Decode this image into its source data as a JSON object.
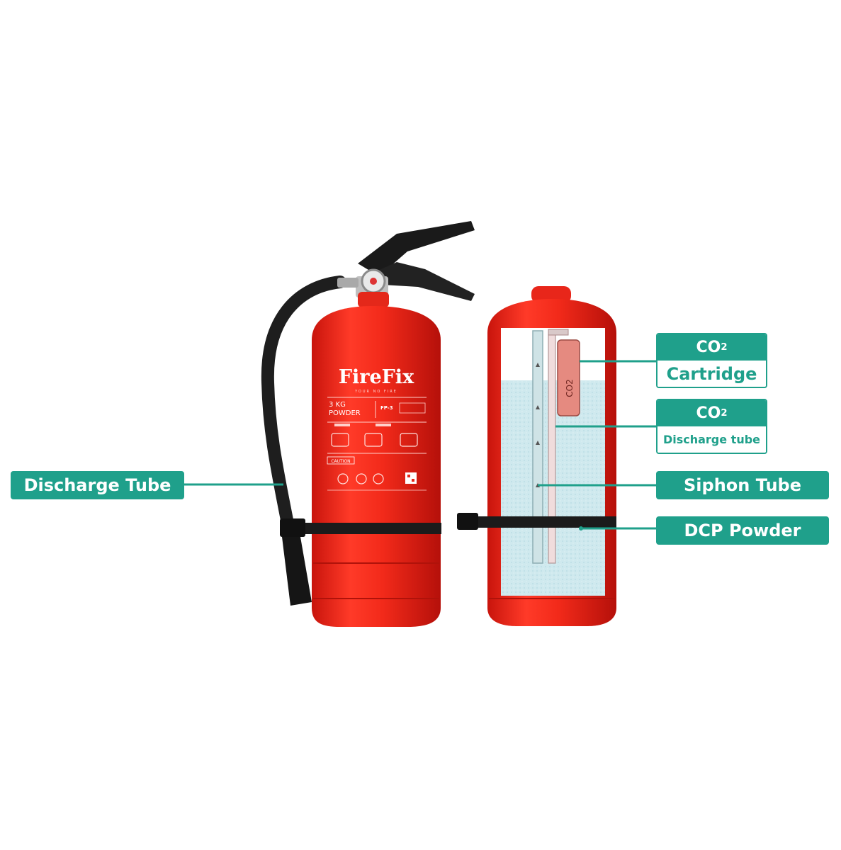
{
  "brand": {
    "name": "FireFix",
    "tagline": "YOUR NO FIRE"
  },
  "product": {
    "weight": "3 KG",
    "type": "POWDER",
    "model": "FP-3",
    "caution": "CAUTION"
  },
  "cutaway": {
    "cartridge_text": "CO2"
  },
  "labels": {
    "discharge_tube": "Discharge Tube",
    "co2_cartridge": {
      "formula": "CO",
      "subscript": "2",
      "name": "Cartridge"
    },
    "co2_discharge": {
      "formula": "CO",
      "subscript": "2",
      "name": "Discharge tube"
    },
    "siphon_tube": "Siphon Tube",
    "dcp_powder": "DCP Powder"
  },
  "colors": {
    "cylinder_red": "#ee2a1c",
    "label_teal": "#1fa08b",
    "powder_blue": "#cfe9ee",
    "hose_black": "#1e1e1e",
    "cartridge_pink": "#e58a80"
  }
}
